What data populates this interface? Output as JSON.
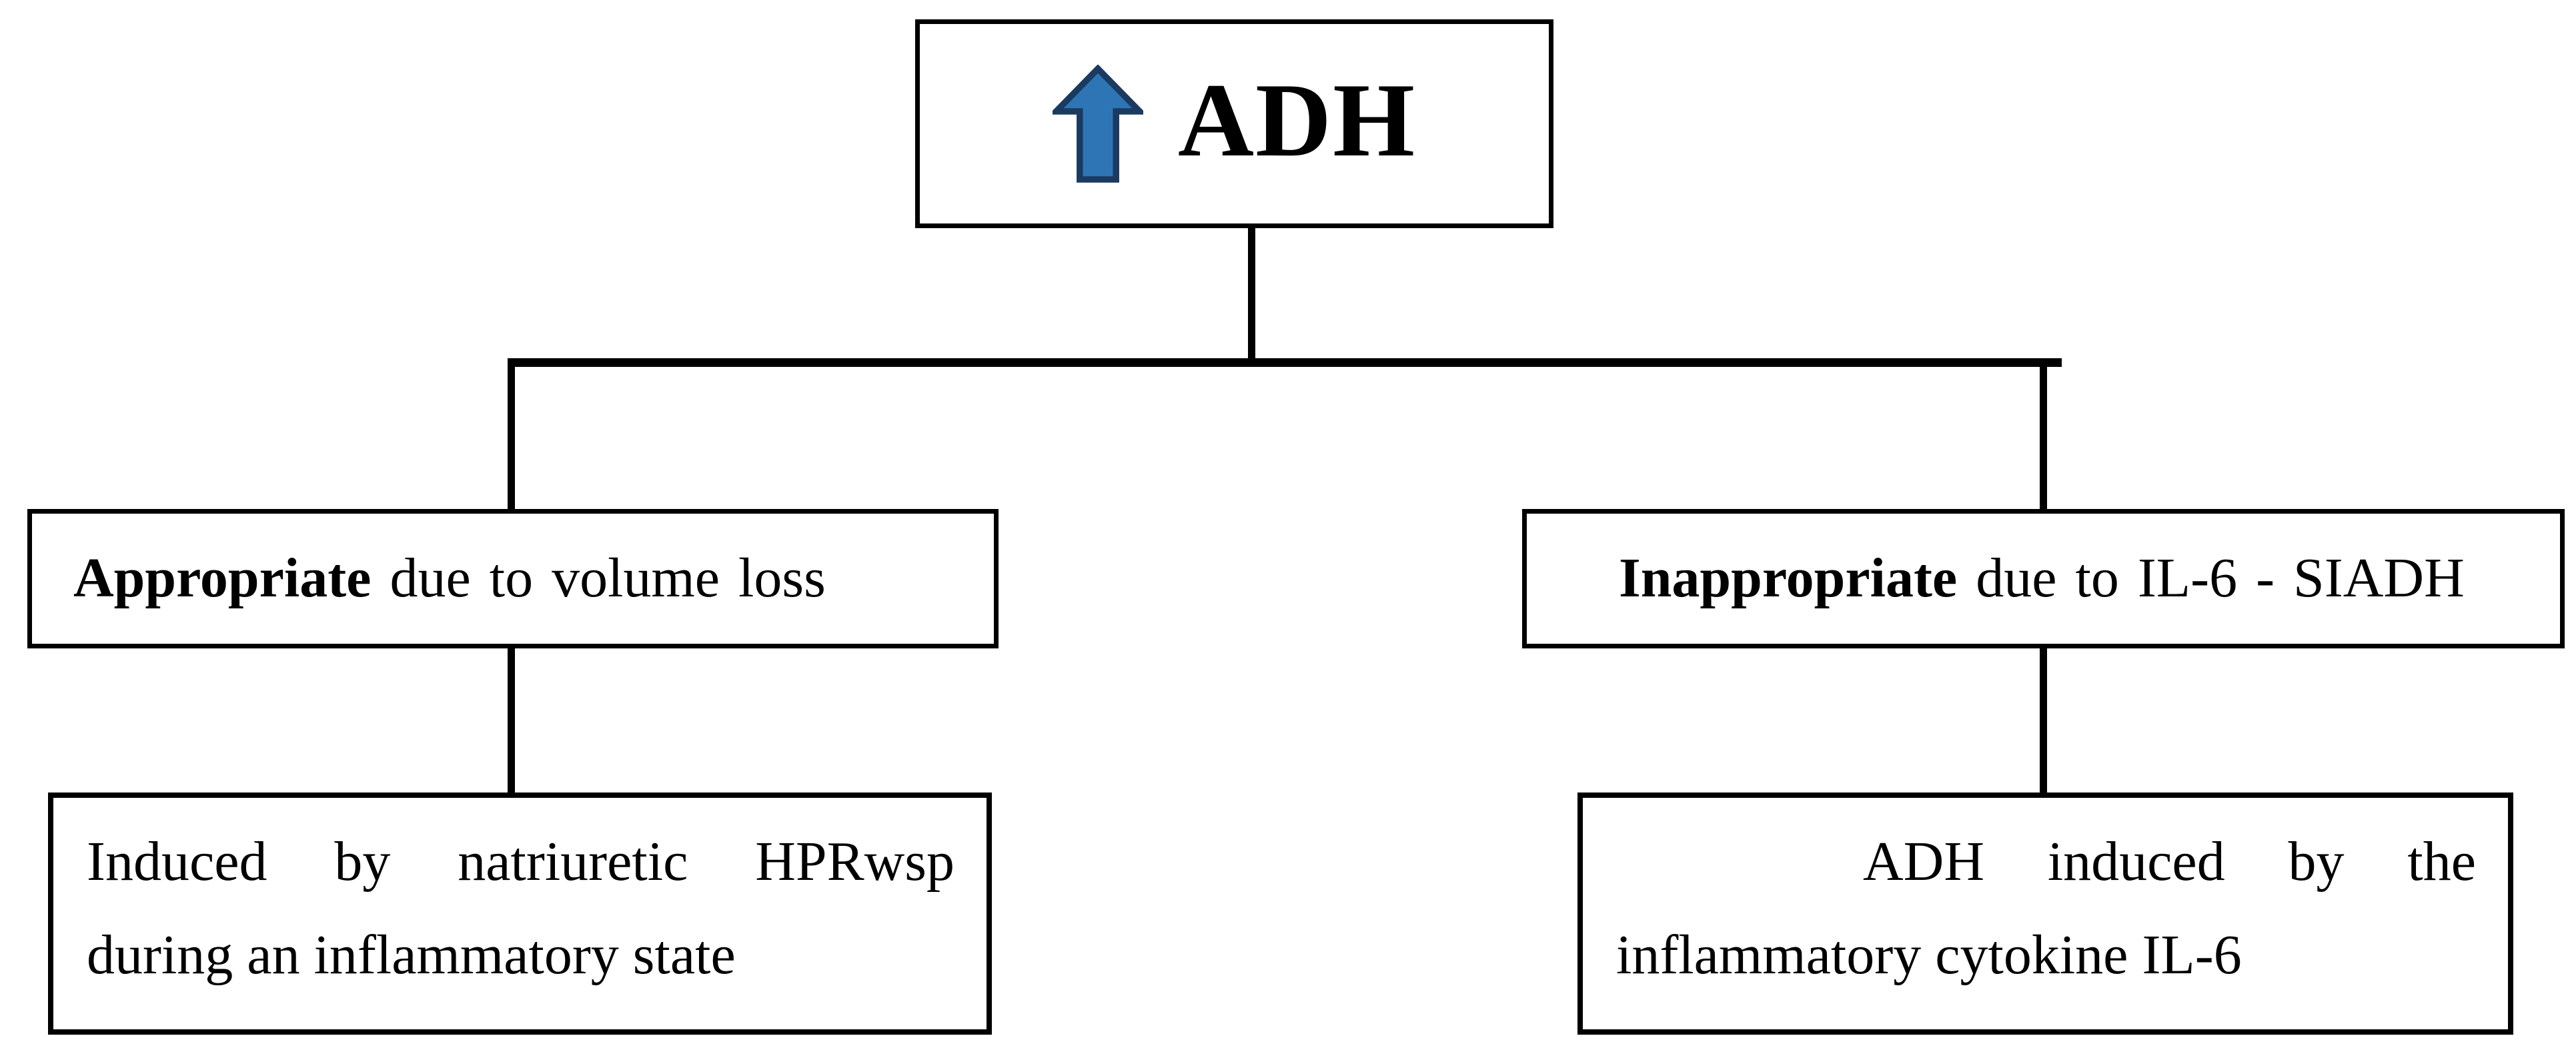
{
  "root": {
    "label": "ADH",
    "icon": "up-arrow-icon"
  },
  "left_branch": {
    "condition_bold": "Appropriate",
    "condition_rest": " due to volume loss",
    "detail_line1": "Induced by natriuretic HPRwsp",
    "detail_line2": "during an inflammatory state"
  },
  "right_branch": {
    "condition_bold": "Inappropriate",
    "condition_rest": " due to IL-6 - SIADH",
    "detail_line1": "ADH induced by the",
    "detail_line2": "inflammatory cytokine IL-6"
  },
  "colors": {
    "arrow_fill": "#2E75B6",
    "arrow_stroke": "#1B3A60",
    "line": "#000000",
    "text": "#000000",
    "background": "#FFFFFF"
  }
}
